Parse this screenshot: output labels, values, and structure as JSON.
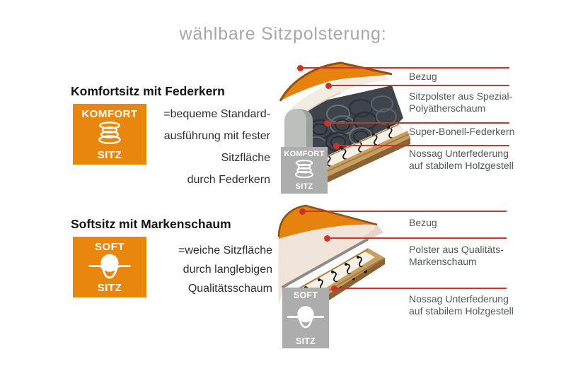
{
  "title": "wählbare Sitzpolsterung:",
  "colors": {
    "accent_orange": "#E8860D",
    "callout_red": "#CE3228",
    "badge_gray": "#ADADAD",
    "title_gray": "#A7A7A7"
  },
  "sections": [
    {
      "heading": "Komfortsitz mit Federkern",
      "badge": {
        "top": "KOMFORT",
        "bottom": "SITZ",
        "icon": "spring-icon"
      },
      "description_lines": [
        "=bequeme Standard-",
        "ausführung mit fester",
        "Sitzfläche",
        "durch Federkern"
      ],
      "diagram_badge": {
        "top": "KOMFORT",
        "bottom": "SITZ",
        "icon": "spring-icon"
      },
      "callouts": [
        {
          "lines": [
            "Bezug"
          ]
        },
        {
          "lines": [
            "Sitzpolster aus Spezial-",
            "Polyätherschaum"
          ]
        },
        {
          "lines": [
            "Super-Bonell-Federkern"
          ]
        },
        {
          "lines": [
            "Nossag Unterfederung",
            "auf stabilem Holzgestell"
          ]
        }
      ]
    },
    {
      "heading": "Softsitz mit Markenschaum",
      "badge": {
        "top": "SOFT",
        "bottom": "SITZ",
        "icon": "soft-ball-icon"
      },
      "description_lines": [
        "=weiche Sitzfläche",
        "durch langlebigen",
        "Qualitätsschaum"
      ],
      "diagram_badge": {
        "top": "SOFT",
        "bottom": "SITZ",
        "icon": "soft-ball-icon"
      },
      "callouts": [
        {
          "lines": [
            "Bezug"
          ]
        },
        {
          "lines": [
            "Polster aus Qualitäts-",
            "Markenschaum"
          ]
        },
        {
          "lines": [
            "Nossag Unterfederung",
            "auf stabilem Holzgestell"
          ]
        }
      ]
    }
  ]
}
